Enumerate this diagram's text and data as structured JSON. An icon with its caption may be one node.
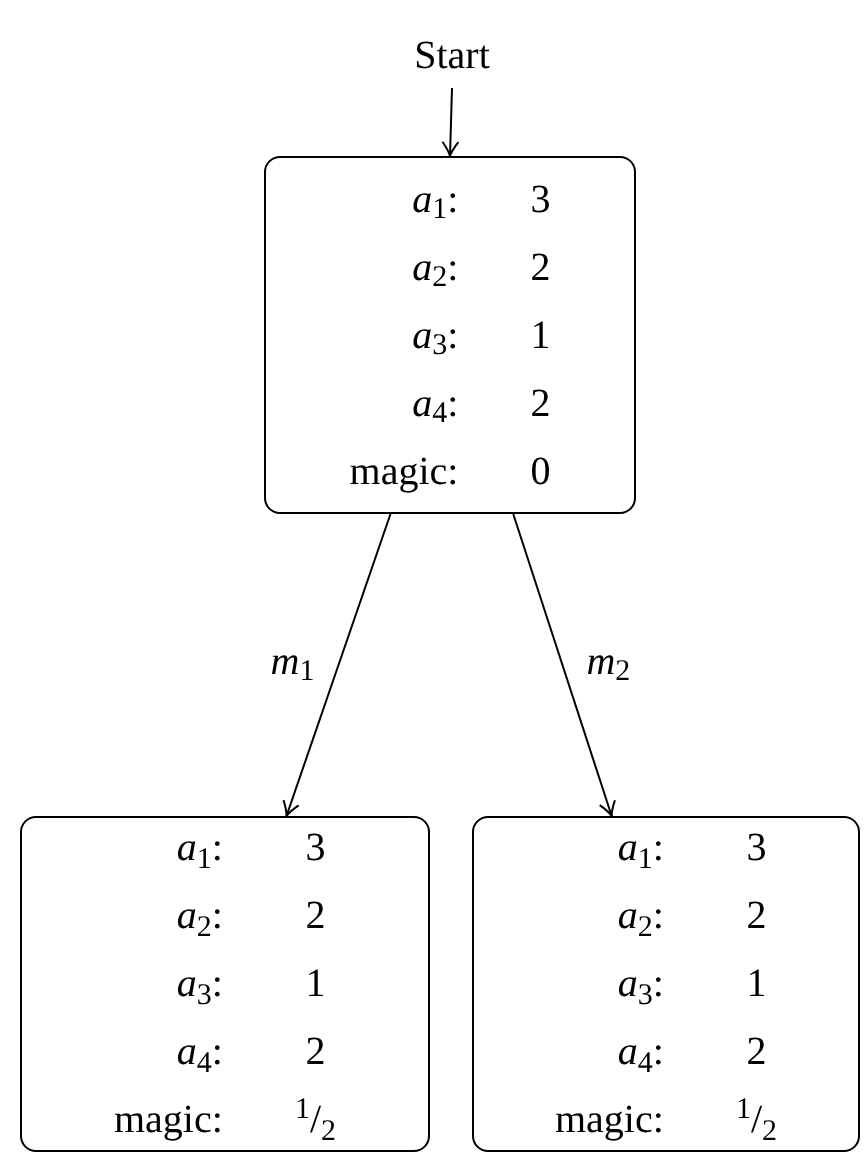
{
  "diagram": {
    "nodes": [
      {
        "text": [
          "Start"
        ]
      },
      {
        "text": [
          "*a*$_{1}$:",
          "3",
          "*a*$_{2}$:",
          "2",
          "*a*$_{3}$:",
          "1",
          "*a*$_{4}$:",
          "2",
          "magic:",
          "0"
        ]
      },
      {
        "text": [
          "*a*$_{1}$:",
          "3",
          "*a*$_{2}$:",
          "2",
          "*a*$_{3}$:",
          "1",
          "*a*$_{4}$:",
          "2",
          "magic:",
          "$^{1}$/$_{2}$"
        ]
      },
      {
        "text": [
          "*a*$_{1}$:",
          "3",
          "*a*$_{2}$:",
          "2",
          "*a*$_{3}$:",
          "1",
          "*a*$_{4}$:",
          "2",
          "magic:",
          "$^{1}$/$_{2}$"
        ]
      }
    ],
    "edges": [
      {
        "from": 0,
        "to": 1,
        "arrow": "to"
      },
      {
        "from": 1,
        "to": 2,
        "arrow": "to",
        "label": "*m*$_{1}$"
      },
      {
        "from": 1,
        "to": 3,
        "arrow": "to",
        "label": "*m*$_{2}$"
      }
    ]
  }
}
